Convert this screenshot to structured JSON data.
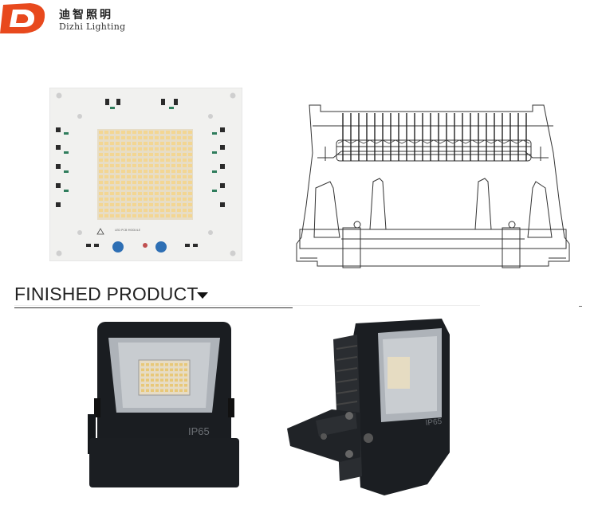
{
  "brand": {
    "logo_letter": "D",
    "name_cn": "迪智照明",
    "name_en": "Dizhi Lighting",
    "color": "#e8491d"
  },
  "section": {
    "title": "FINISHED PRODUCT",
    "arrow_icon": "caret-down-icon"
  },
  "product": {
    "rating_label": "IP65"
  }
}
